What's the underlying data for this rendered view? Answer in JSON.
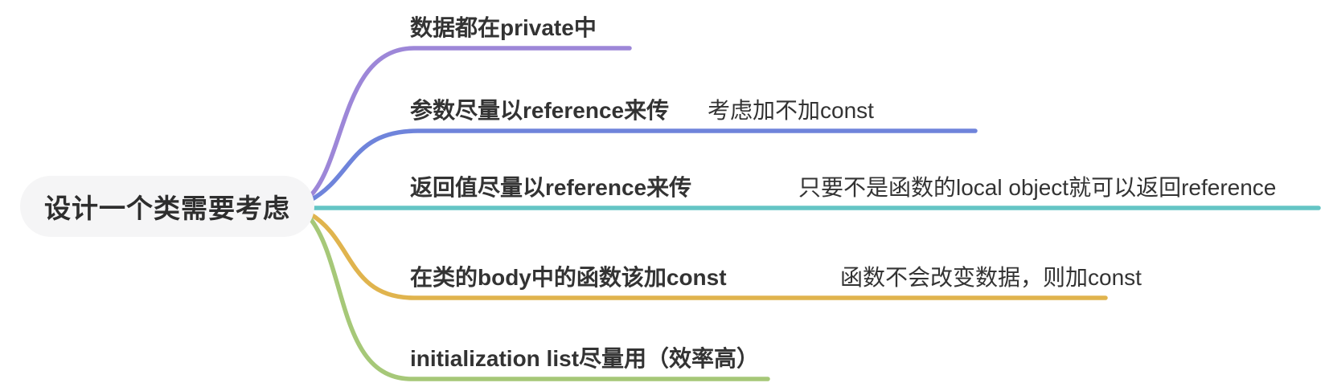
{
  "root": {
    "label": "设计一个类需要考虑",
    "bg_color": "#f5f5f6",
    "text_color": "#2e2e2e"
  },
  "branches": [
    {
      "label": "数据都在private中",
      "color": "#9d87d8"
    },
    {
      "label": "参数尽量以reference来传",
      "color": "#6f84db",
      "child": "考虑加不加const"
    },
    {
      "label": "返回值尽量以reference来传",
      "color": "#64c5c5",
      "child": "只要不是函数的local object就可以返回reference"
    },
    {
      "label": "在类的body中的函数该加const",
      "color": "#e0b44e",
      "child": "函数不会改变数据，则加const"
    },
    {
      "label": "initialization list尽量用（效率高）",
      "color": "#a6c878"
    }
  ]
}
